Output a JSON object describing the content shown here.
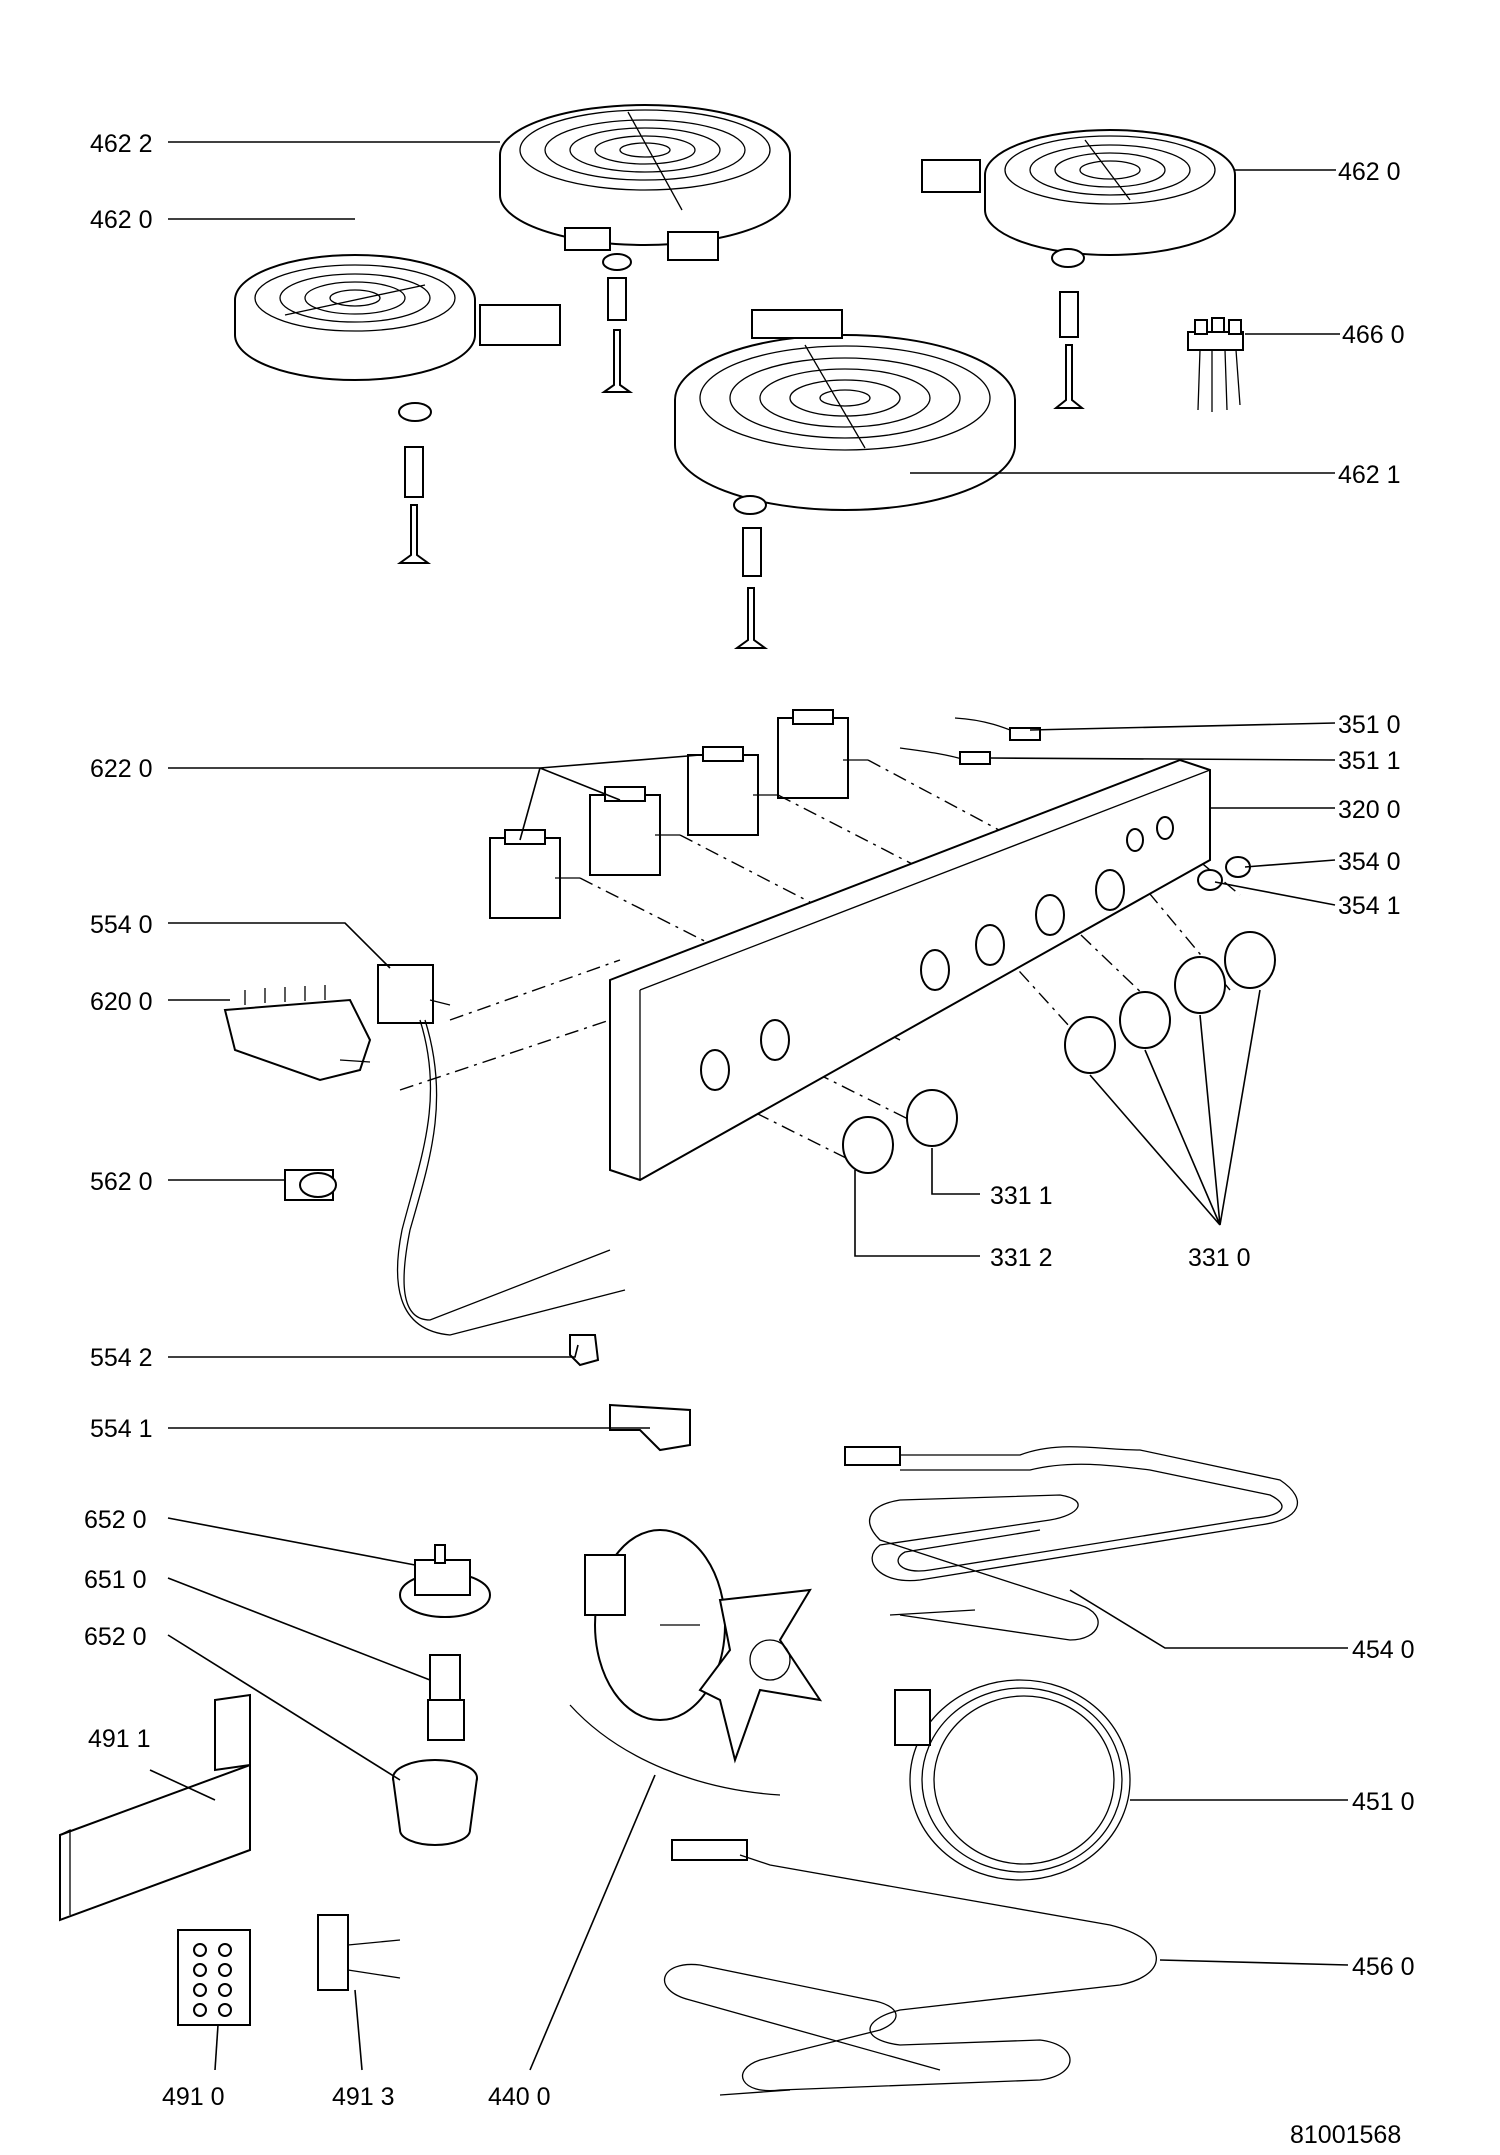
{
  "document_number": "81001568",
  "labels": {
    "l4622": "462 2",
    "l4620a": "462 0",
    "l4620b": "462 0",
    "l4660": "466 0",
    "l4621": "462 1",
    "l6220": "622 0",
    "l3510": "351 0",
    "l3511": "351 1",
    "l3200": "320 0",
    "l3540": "354 0",
    "l3541": "354 1",
    "l5540": "554 0",
    "l6200": "620 0",
    "l5620": "562 0",
    "l3311": "331 1",
    "l3312": "331 2",
    "l3310": "331 0",
    "l5542": "554 2",
    "l5541": "554 1",
    "l6520a": "652 0",
    "l6510": "651 0",
    "l6520b": "652 0",
    "l4540": "454 0",
    "l4911": "491 1",
    "l4510": "451 0",
    "l4560": "456 0",
    "l4910": "491 0",
    "l4913": "491 3",
    "l4400": "440 0"
  },
  "icons": {
    "hotplate": "hotplate-icon",
    "screw": "screw-icon",
    "knob": "knob-icon",
    "switch": "rotary-switch-icon",
    "element": "heating-element-icon"
  }
}
